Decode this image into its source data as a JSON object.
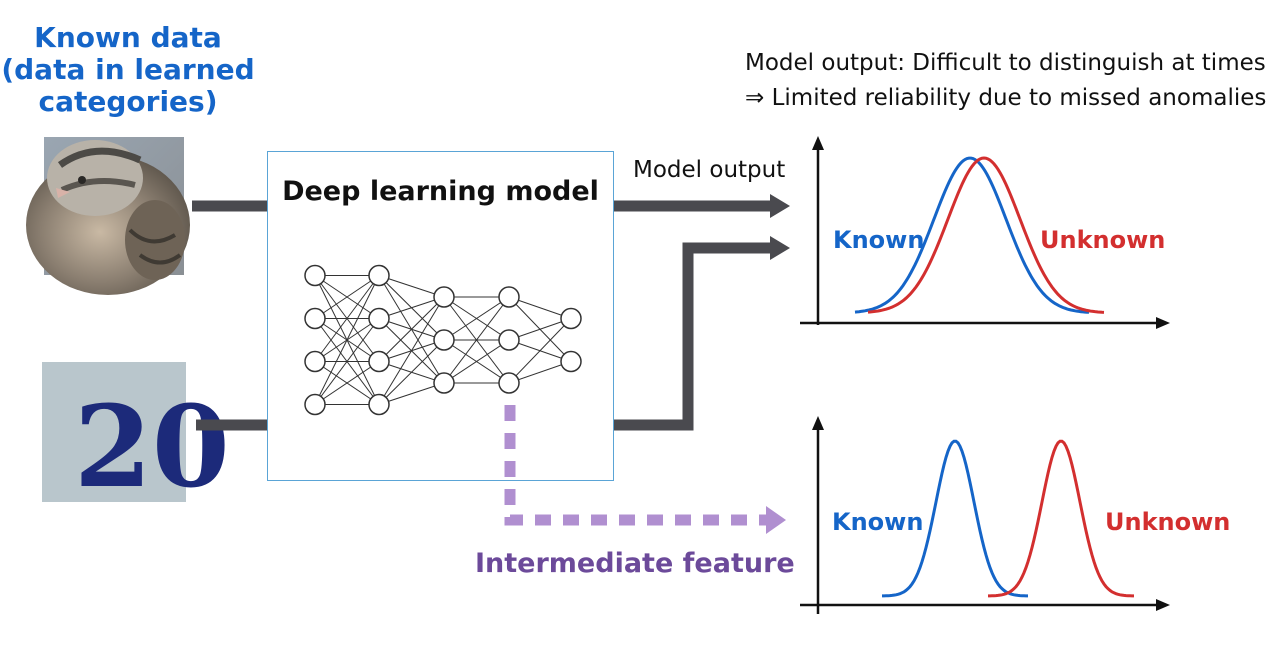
{
  "known_data_title": [
    "Known data",
    "(data in learned",
    "categories)"
  ],
  "model_output_note": {
    "line1": "Model output: Difficult to distinguish at times",
    "line2": "⇒ Limited reliability due to missed anomalies"
  },
  "model_box": {
    "title": "Deep learning model"
  },
  "model_output_label": "Model output",
  "intermediate_feature_label": "Intermediate feature",
  "top_plot": {
    "known_label": "Known",
    "unknown_label": "Unknown"
  },
  "bottom_plot": {
    "known_label": "Known",
    "unknown_label": "Unknown"
  },
  "digit_image_text": "20",
  "neural_net_layer_sizes": [
    4,
    4,
    3,
    3,
    2
  ],
  "colors": {
    "known": "#1565c8",
    "unknown": "#d32f2f",
    "intermediate": "#b08fd0",
    "intermediate_text": "#6c4a9a",
    "arrow": "#4a4a4f",
    "box_border": "#5aa4d6"
  }
}
